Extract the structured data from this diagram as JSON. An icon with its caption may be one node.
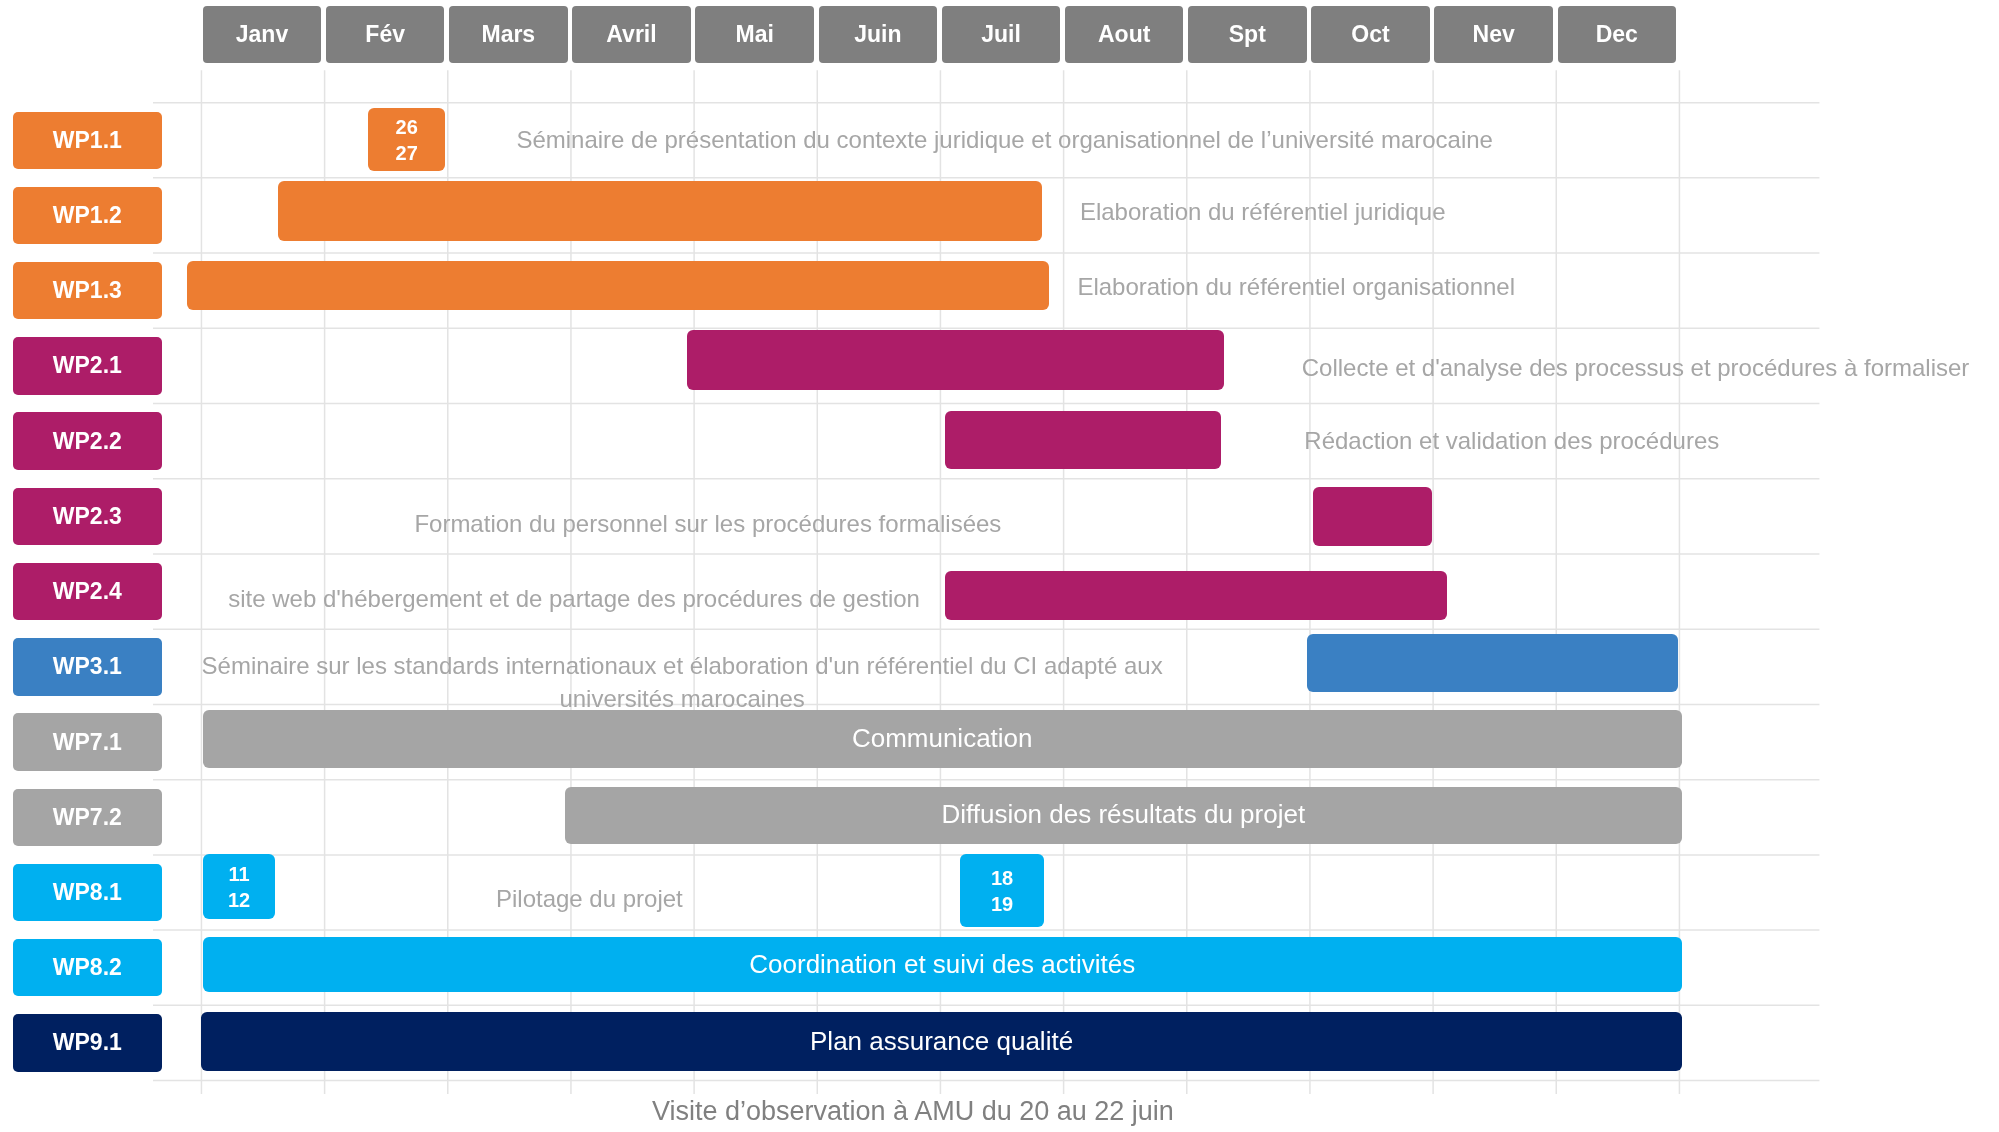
{
  "diagram": {
    "nodes": [
      {
        "text": [
          "Janv"
        ]
      },
      {
        "text": [
          "Fév"
        ]
      },
      {
        "text": [
          "Mars"
        ]
      },
      {
        "text": [
          "Avril"
        ]
      },
      {
        "text": [
          "Mai"
        ]
      },
      {
        "text": [
          "Juin"
        ]
      },
      {
        "text": [
          "Juil"
        ]
      },
      {
        "text": [
          "Aout"
        ]
      },
      {
        "text": [
          "Spt"
        ]
      },
      {
        "text": [
          "Oct"
        ]
      },
      {
        "text": [
          "Nev"
        ]
      },
      {
        "text": [
          "Dec"
        ]
      },
      {
        "text": [
          "WP1.1"
        ]
      },
      {
        "text": [
          "26 27"
        ]
      },
      {
        "text": [
          "WP1.2"
        ]
      },
      {
        "text": [],
        "shape": "bar"
      },
      {
        "text": [
          "WP1.3"
        ]
      },
      {
        "text": [],
        "shape": "bar"
      },
      {
        "text": [
          "WP2.1"
        ]
      },
      {
        "text": [],
        "shape": "bar"
      },
      {
        "text": [
          "WP2.2"
        ]
      },
      {
        "text": [],
        "shape": "bar"
      },
      {
        "text": [
          "WP2.3"
        ]
      },
      {
        "text": [],
        "shape": "bar"
      },
      {
        "text": [
          "WP2.4"
        ]
      },
      {
        "text": [],
        "shape": "bar"
      },
      {
        "text": [
          "WP3.1"
        ]
      },
      {
        "text": [],
        "shape": "bar"
      },
      {
        "text": [
          "WP7.1"
        ]
      },
      {
        "text": [
          "Communication"
        ]
      },
      {
        "text": [
          "WP7.2"
        ]
      },
      {
        "text": [
          "Diffusion des résultats du projet"
        ]
      },
      {
        "text": [
          "WP8.1"
        ]
      },
      {
        "text": [
          "11 12"
        ]
      },
      {
        "text": [
          "18 19"
        ]
      },
      {
        "text": [
          "WP8.2"
        ]
      },
      {
        "text": [
          "Coordination et suivi des activités"
        ]
      },
      {
        "text": [
          "WP9.1"
        ]
      },
      {
        "text": [
          "Plan assurance qualité"
        ]
      }
    ],
    "labels": [
      "Séminaire de présentation du contexte juridique et organisationnel de l’université marocaine",
      "Elaboration du référentiel juridique",
      "Elaboration du référentiel organisationnel",
      "Collecte et d'analyse des processus et procédures à formaliser",
      "Rédaction et validation des procédures",
      "Formation du personnel sur les procédures formalisées",
      "site web d'hébergement et de partage des procédures de gestion",
      "Séminaire sur les standards internationaux et élaboration d'un référentiel du CI adapté aux universités marocaines",
      "Pilotage du projet"
    ],
    "caption": "Visite d’observation à AMU du 20 au 22 juin"
  }
}
